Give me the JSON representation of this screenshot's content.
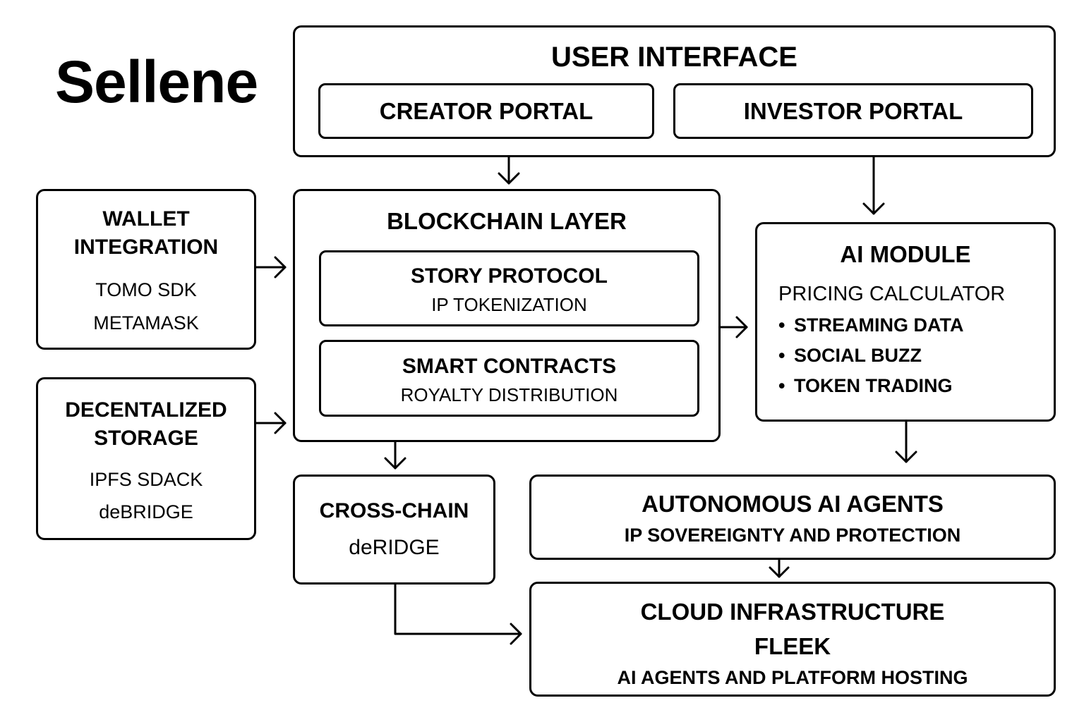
{
  "title": "Sellene",
  "user_interface": {
    "title": "USER INTERFACE",
    "creator_portal": "CREATOR PORTAL",
    "investor_portal": "INVESTOR PORTAL"
  },
  "wallet": {
    "title_line1": "WALLET",
    "title_line2": "INTEGRATION",
    "item1": "TOMO SDK",
    "item2": "METAMASK"
  },
  "storage": {
    "title_line1": "DECENTALIZED",
    "title_line2": "STORAGE",
    "item1": "IPFS SDACK",
    "item2": "deBRIDGE"
  },
  "blockchain": {
    "title": "BLOCKCHAIN LAYER",
    "story_title": "STORY PROTOCOL",
    "story_sub": "IP TOKENIZATION",
    "contracts_title": "SMART CONTRACTS",
    "contracts_sub": "ROYALTY DISTRIBUTION"
  },
  "ai_module": {
    "title": "AI MODULE",
    "subtitle": "PRICING CALCULATOR",
    "bullets": [
      "STREAMING DATA",
      "SOCIAL BUZZ",
      "TOKEN TRADING"
    ]
  },
  "cross_chain": {
    "title": "CROSS-CHAIN",
    "sub": "deRIDGE"
  },
  "agents": {
    "title": "AUTONOMOUS AI AGENTS",
    "sub": "IP SOVEREIGNTY AND PROTECTION"
  },
  "cloud": {
    "title": "CLOUD INFRASTRUCTURE",
    "provider": "FLEEK",
    "sub": "AI AGENTS AND PLATFORM HOSTING"
  },
  "bullet_symbol": "•"
}
